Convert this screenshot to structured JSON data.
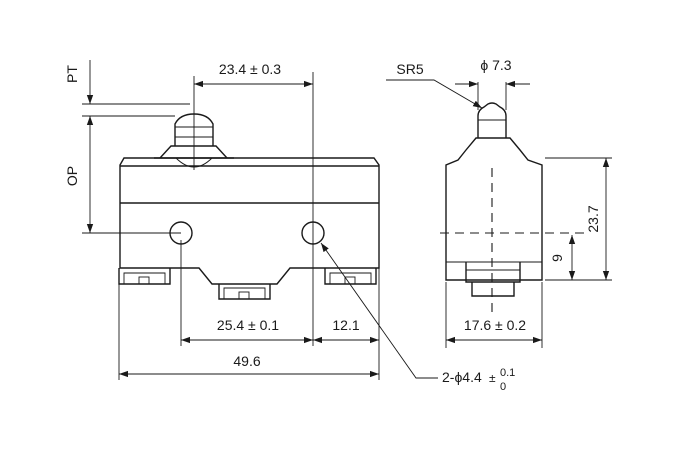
{
  "drawing": {
    "front_view": {
      "pt_label": "PT",
      "op_label": "OP",
      "top_dimension": "23.4 ± 0.3",
      "hole_spacing": "25.4 ± 0.1",
      "hole_to_edge": "12.1",
      "overall_length": "49.6",
      "hole_callout": {
        "prefix": "2-ϕ4.4",
        "tol_symbol": "±",
        "tol_upper": "0.1",
        "tol_lower": "0"
      }
    },
    "side_view": {
      "plunger_radius": "SR5",
      "plunger_diameter": "ϕ 7.3",
      "width": "17.6 ± 0.2",
      "height": "23.7",
      "hole_height": "9"
    }
  }
}
